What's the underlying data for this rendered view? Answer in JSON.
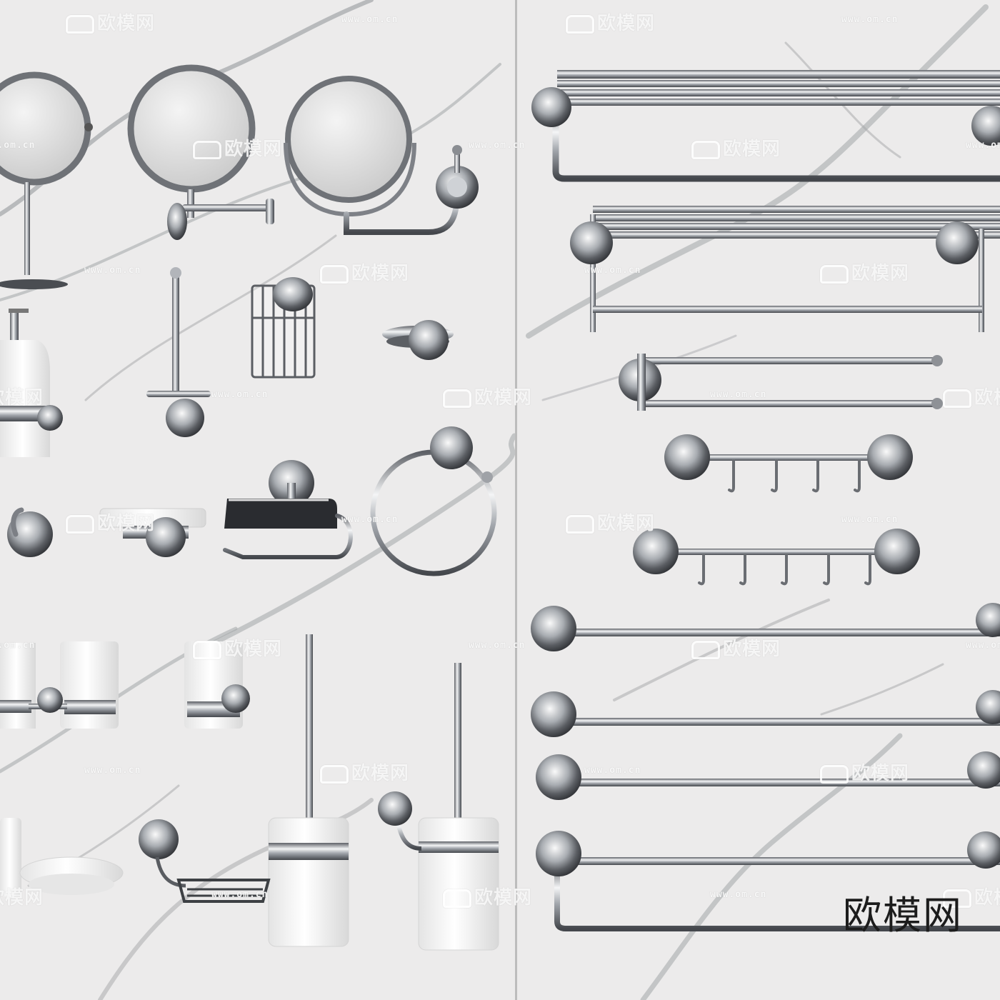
{
  "watermark": {
    "brand": "欧模网",
    "url": "www.om.cn"
  },
  "corner_logo": "欧模网",
  "colors": {
    "marble": "#ecebeb",
    "veins": "#9c9ea1",
    "chrome": "#8d9096",
    "porcelain": "#ffffff"
  }
}
